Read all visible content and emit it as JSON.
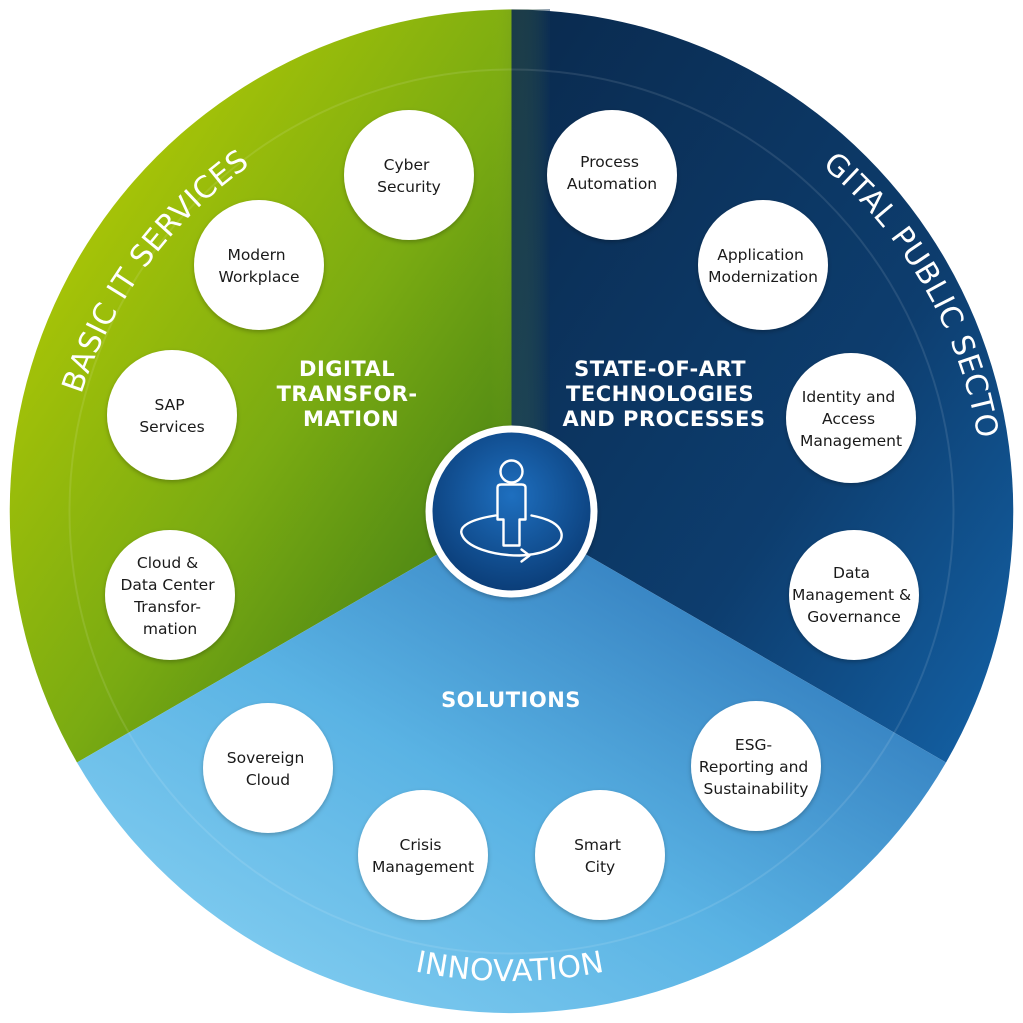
{
  "ring_labels": {
    "top_left": "BASIC IT SERVICES",
    "top_right": "DIGITAL PUBLIC SECTOR",
    "bottom": "INNOVATION"
  },
  "sector_titles": {
    "digital_transformation": [
      "DIGITAL",
      "TRANSFOR-",
      "MATION"
    ],
    "state_of_art": [
      "STATE-OF-ART",
      "TECHNOLOGIES",
      "AND PROCESSES"
    ],
    "solutions": [
      "SOLUTIONS"
    ]
  },
  "services": [
    {
      "id": "cyber-security",
      "lines": [
        "Cyber",
        "Security"
      ]
    },
    {
      "id": "modern-workplace",
      "lines": [
        "Modern",
        "Workplace"
      ]
    },
    {
      "id": "sap-services",
      "lines": [
        "SAP",
        "Services"
      ]
    },
    {
      "id": "cloud-data-center",
      "lines": [
        "Cloud &",
        "Data Center",
        "Transfor-",
        "mation"
      ]
    },
    {
      "id": "process-automation",
      "lines": [
        "Process",
        "Automation"
      ]
    },
    {
      "id": "application-modernization",
      "lines": [
        "Application",
        "Modernization"
      ]
    },
    {
      "id": "identity-access",
      "lines": [
        "Identity and",
        "Access",
        "Management"
      ]
    },
    {
      "id": "data-management",
      "lines": [
        "Data",
        "Management &",
        "Governance"
      ]
    },
    {
      "id": "esg-reporting",
      "lines": [
        "ESG-",
        "Reporting and",
        "Sustainability"
      ]
    },
    {
      "id": "smart-city",
      "lines": [
        "Smart",
        "City"
      ]
    },
    {
      "id": "crisis-management",
      "lines": [
        "Crisis",
        "Management"
      ]
    },
    {
      "id": "sovereign-cloud",
      "lines": [
        "Sovereign",
        "Cloud"
      ]
    }
  ],
  "center_icon": "person-rotate-icon",
  "colors": {
    "green_light": "#b8cc0a",
    "green_dark": "#3d7a10",
    "navy": "#0c3560",
    "blue_mid": "#1f6db5",
    "blue_light": "#7ccbf0",
    "bubble": "#ffffff",
    "bubble_text": "#1a1a1a"
  }
}
